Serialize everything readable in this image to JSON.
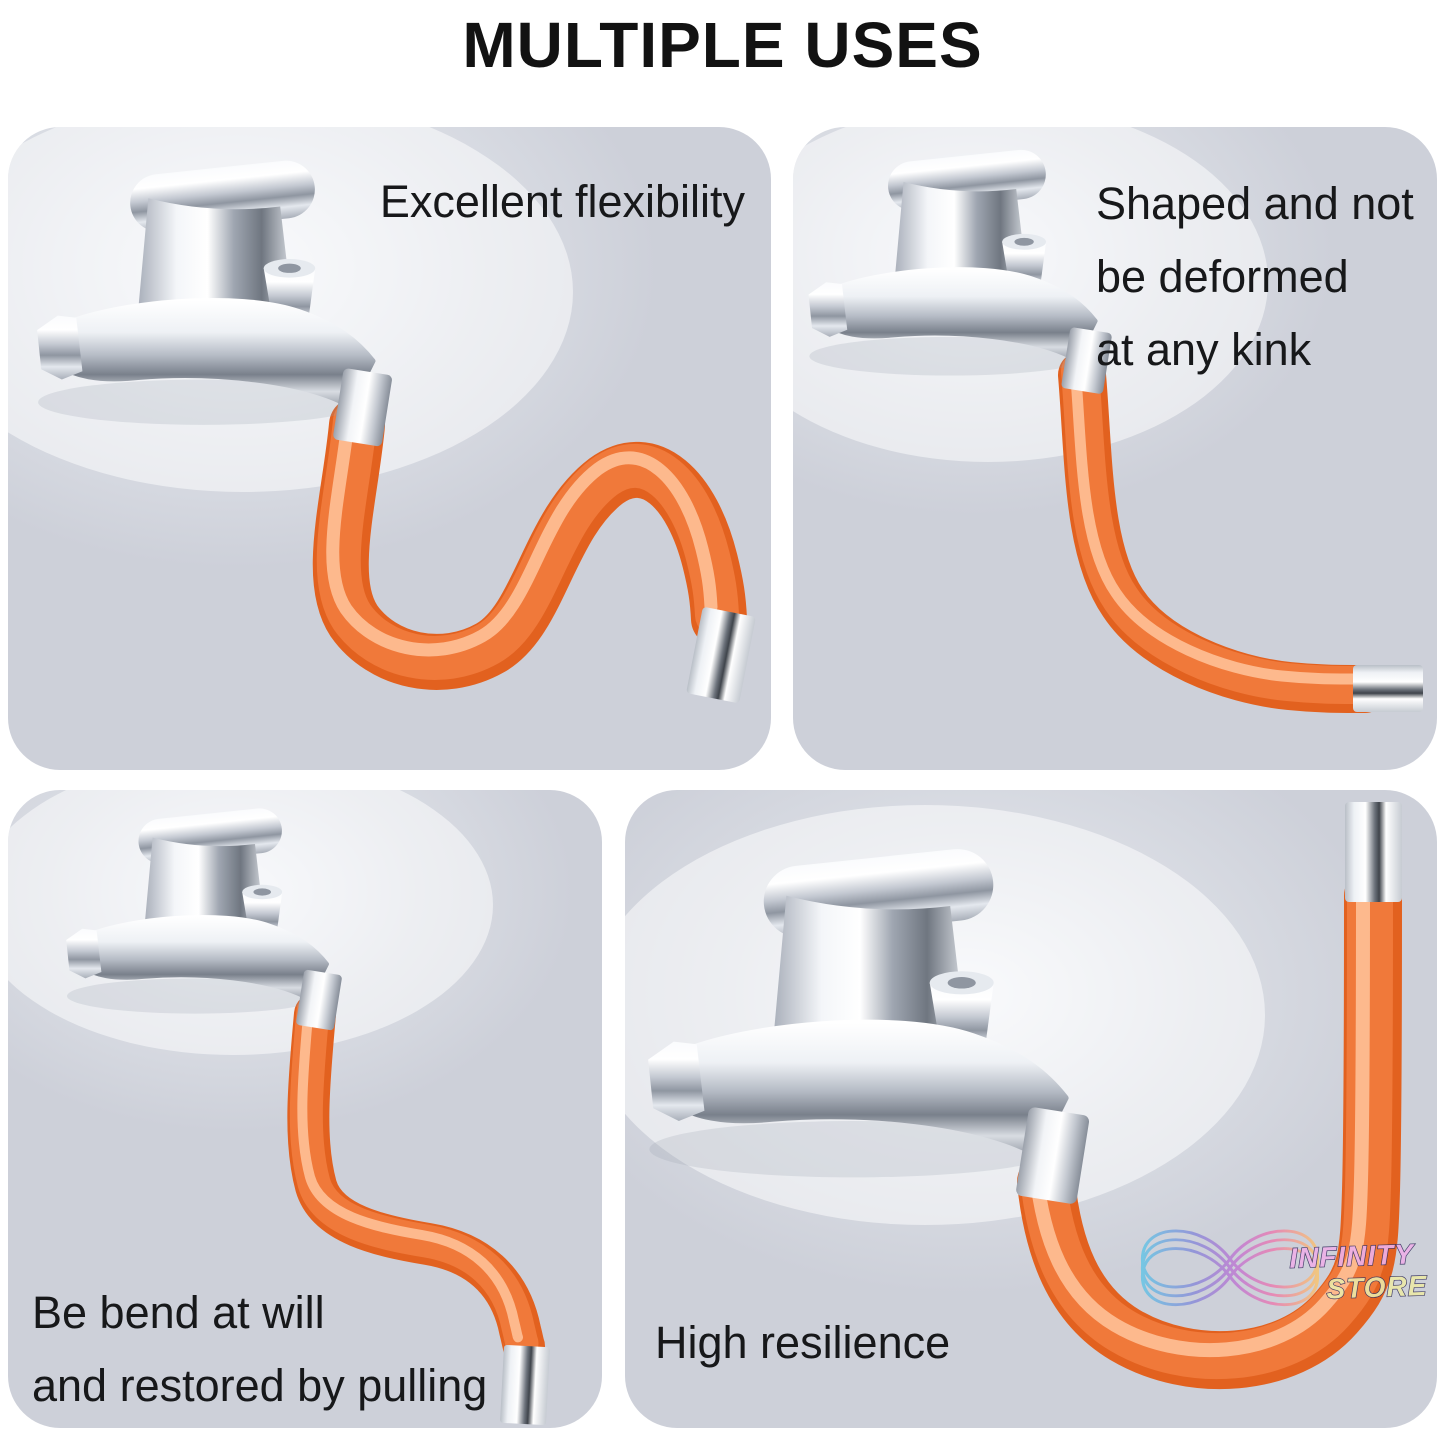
{
  "title": "MULTIPLE USES",
  "panels": [
    {
      "id": "top-left",
      "caption": "Excellent flexibility"
    },
    {
      "id": "top-right",
      "caption_lines": [
        "Shaped and not",
        "be deformed",
        "at any kink"
      ]
    },
    {
      "id": "bottom-left",
      "caption_lines": [
        "Be bend at will",
        "and restored by pulling"
      ]
    },
    {
      "id": "bottom-right",
      "caption": "High resilience"
    }
  ],
  "watermark": {
    "line1": "INFINITY",
    "line2": "STORE"
  },
  "colors": {
    "background": "#ffffff",
    "panel_bg": "#cdd0d9",
    "title_text": "#121212",
    "caption_text": "#17181a",
    "hose_orange": "#ea6f2f",
    "hose_highlight": "#ffc49c",
    "chrome_light": "#ffffff",
    "chrome_dark": "#8f96a1",
    "watermark_infinity_fill": "#eeb0e8",
    "watermark_store_fill": "#ece9a8"
  },
  "icons": [
    "faucet-illustration",
    "hose-illustration",
    "hose-tip",
    "infinity-icon"
  ]
}
